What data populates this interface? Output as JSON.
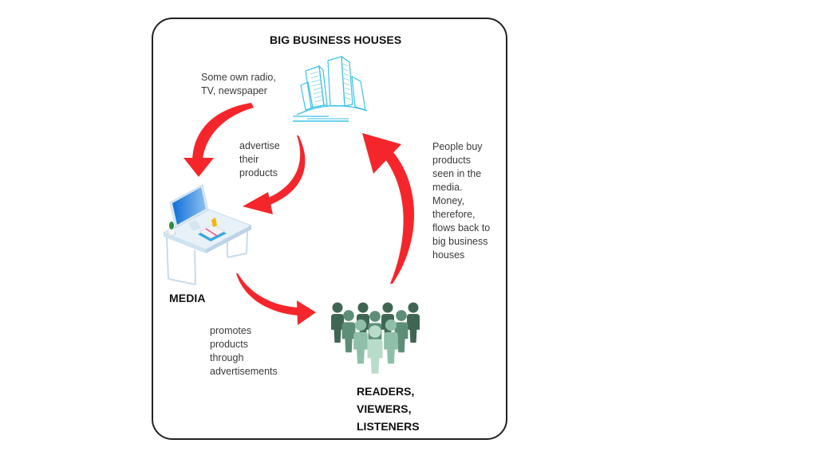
{
  "diagram": {
    "nodes": {
      "business": {
        "title": "BIG BUSINESS HOUSES",
        "icon": "city-buildings-icon"
      },
      "media": {
        "title": "MEDIA",
        "icon": "desk-computer-icon"
      },
      "audience": {
        "title_lines": [
          "READERS,",
          "VIEWERS,",
          "LISTENERS"
        ],
        "icon": "crowd-people-icon"
      }
    },
    "edges": [
      {
        "from": "business",
        "to": "media",
        "label_lines": [
          "Some own radio,",
          "TV, newspaper"
        ]
      },
      {
        "from": "business",
        "to": "media",
        "label_lines": [
          "advertise",
          "their",
          "products"
        ]
      },
      {
        "from": "media",
        "to": "audience",
        "label_lines": [
          "promotes",
          "products",
          "through",
          "advertisements"
        ]
      },
      {
        "from": "audience",
        "to": "business",
        "label_lines": [
          "People buy",
          "products",
          "seen in the",
          "media.",
          "Money,",
          "therefore,",
          "flows back to",
          "big business",
          "houses"
        ]
      }
    ],
    "colors": {
      "arrow": "#f5262b",
      "building": "#3bc3e6",
      "people_dark": "#3f6653",
      "people_mid": "#5e8e78",
      "people_light": "#8fbfa8",
      "people_lightest": "#b9dcca",
      "frame": "#222222"
    }
  }
}
